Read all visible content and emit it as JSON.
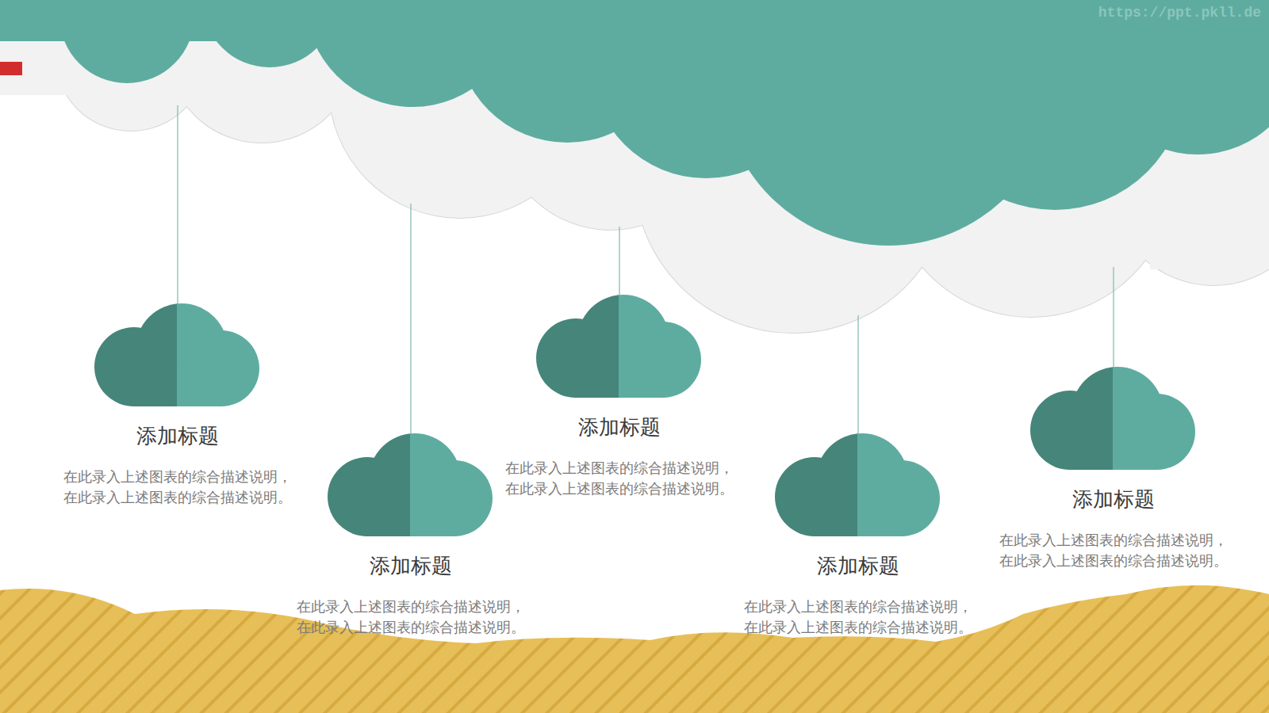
{
  "diagram": {
    "nodes": [
      {
        "text": [
          "添加标题",
          "在此录入上述图表的综合描述说明， 在此录入上述图表的综合描述说明。"
        ]
      },
      {
        "text": [
          "添加标题",
          "在此录入上述图表的综合描述说明， 在此录入上述图表的综合描述说明。"
        ]
      },
      {
        "text": [
          "添加标题",
          "在此录入上述图表的综合描述说明， 在此录入上述图表的综合描述说明。"
        ]
      },
      {
        "text": [
          "添加标题",
          "在此录入上述图表的综合描述说明， 在此录入上述图表的综合描述说明。"
        ]
      },
      {
        "text": [
          "添加标题",
          "在此录入上述图表的综合描述说明， 在此录入上述图表的综合描述说明。"
        ]
      }
    ],
    "labels": [
      "https://ppt.pkll.de"
    ]
  }
}
